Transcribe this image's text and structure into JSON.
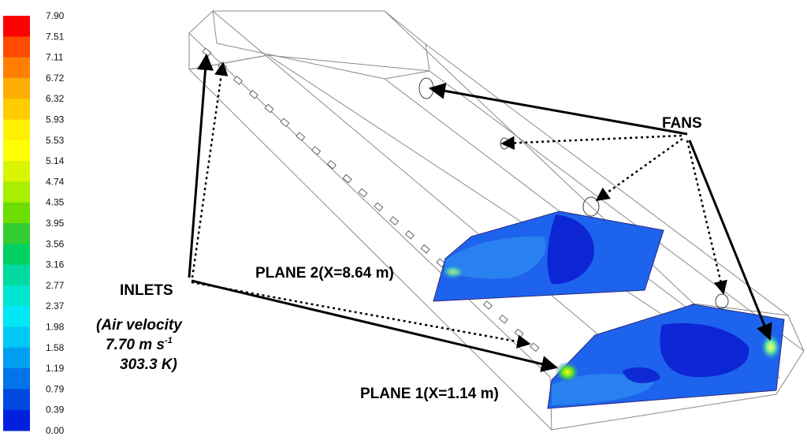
{
  "colorbar": {
    "ticks": [
      "7.90",
      "7.51",
      "7.11",
      "6.72",
      "6.32",
      "5.93",
      "5.53",
      "5.14",
      "4.74",
      "4.35",
      "3.95",
      "3.56",
      "3.16",
      "2.77",
      "2.37",
      "1.98",
      "1.58",
      "1.19",
      "0.79",
      "0.39",
      "0.00"
    ],
    "colors": [
      "#ff0000",
      "#ff4a00",
      "#ff8000",
      "#ffad00",
      "#ffcc00",
      "#fff000",
      "#ffff00",
      "#d9f500",
      "#a8ee00",
      "#6ddd00",
      "#33cc33",
      "#00d060",
      "#00d9a0",
      "#00e5d0",
      "#00e8f5",
      "#00c8f5",
      "#009ef0",
      "#0074e8",
      "#0048e0",
      "#0020dd"
    ]
  },
  "labels": {
    "fans": "FANS",
    "inlets": "INLETS",
    "air_line1": "(Air velocity",
    "air_line2_base": "7.70 m s",
    "air_line2_sup": "-1",
    "air_line3": "303.3 K)",
    "plane2": "PLANE 2(X=8.64 m)",
    "plane1": "PLANE 1(X=1.14 m)"
  },
  "inlet_count": 22
}
